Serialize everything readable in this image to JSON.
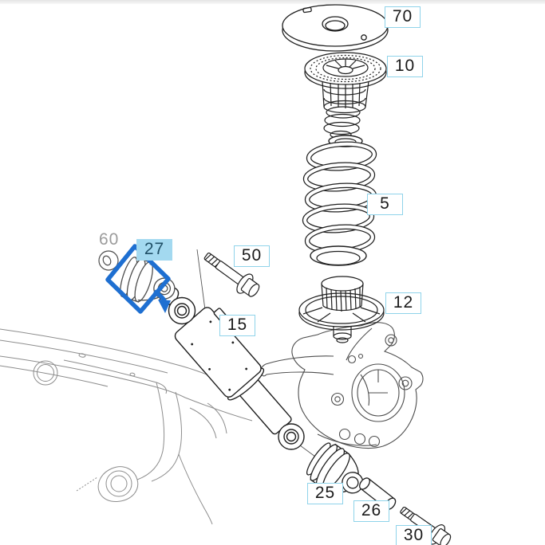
{
  "diagram": {
    "type": "exploded-parts-diagram",
    "subject": "rear suspension shock absorber and coil spring assembly",
    "colors": {
      "background": "#ffffff",
      "label_box_border": "#8fd3ea",
      "label_text": "#1a1a1a",
      "highlight_fill": "#a3d9f0",
      "highlight_text": "#1f4f66",
      "marker_blue": "#1e6fd1",
      "muted_label_text": "#9b9b9b",
      "line_art": "#1f1f1f"
    },
    "labels": [
      {
        "id": "70",
        "text": "70",
        "style": "boxed",
        "drawing": "top-mounting-plate-drawing"
      },
      {
        "id": "10",
        "text": "10",
        "style": "boxed",
        "drawing": "upper-spring-mount-drawing"
      },
      {
        "id": "5",
        "text": "5",
        "style": "boxed",
        "drawing": "coil-spring-drawing"
      },
      {
        "id": "12",
        "text": "12",
        "style": "boxed",
        "drawing": "lower-spring-seat-drawing"
      },
      {
        "id": "50",
        "text": "50",
        "style": "boxed",
        "drawing": "upper-mounting-bolt-drawing"
      },
      {
        "id": "27",
        "text": "27",
        "style": "highlighted",
        "drawing": "upper-shock-bushing-drawing"
      },
      {
        "id": "60",
        "text": "60",
        "style": "plain-gray",
        "drawing": "washer-drawing"
      },
      {
        "id": "15",
        "text": "15",
        "style": "boxed",
        "drawing": "shock-absorber-drawing"
      },
      {
        "id": "25",
        "text": "25",
        "style": "boxed",
        "drawing": "lower-shock-bushing-drawing"
      },
      {
        "id": "26",
        "text": "26",
        "style": "boxed",
        "drawing": "spacer-sleeve-drawing"
      },
      {
        "id": "30",
        "text": "30",
        "style": "boxed",
        "drawing": "lower-mounting-bolt-drawing"
      }
    ],
    "highlight": {
      "selected_part": "27",
      "marker": "blue-diamond-outline-with-arrow",
      "arrow_points_to": "shock-absorber-upper-bushing-eye",
      "marker_color": "#1e6fd1"
    }
  }
}
